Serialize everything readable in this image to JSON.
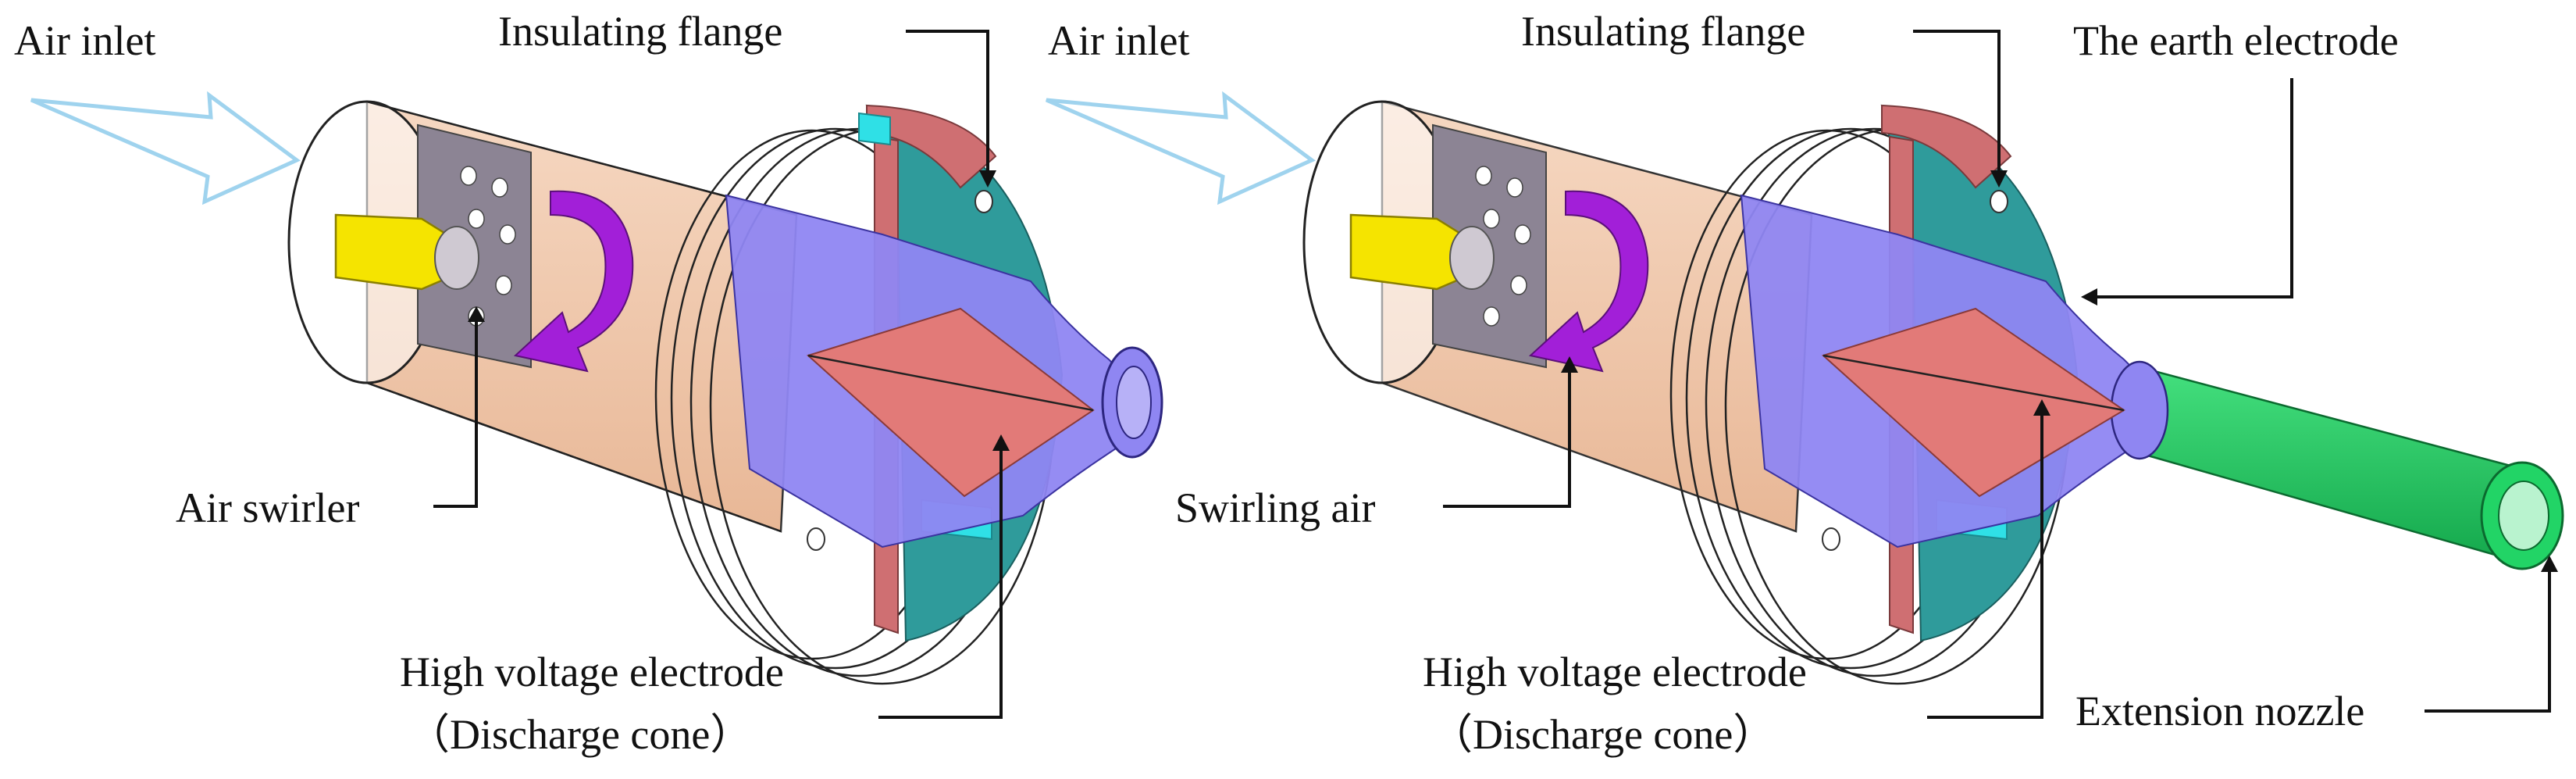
{
  "figure": {
    "left": {
      "air_inlet": "Air inlet",
      "insulating_flange": "Insulating flange",
      "air_swirler": "Air swirler",
      "hv_electrode_line1": "High voltage electrode",
      "hv_electrode_line2": "（Discharge cone）"
    },
    "right": {
      "air_inlet": "Air inlet",
      "insulating_flange": "Insulating flange",
      "earth_electrode": "The earth electrode",
      "swirling_air": "Swirling air",
      "hv_electrode_line1": "High voltage electrode",
      "hv_electrode_line2": "（Discharge cone）",
      "extension_nozzle": "Extension nozzle"
    }
  },
  "colors": {
    "shell": "#f2c9ad",
    "flange_red": "#cf6f72",
    "flange_teal": "#2f9b9b",
    "cyan": "#2fe0e6",
    "blue_cone": "#8f86f2",
    "red_cone": "#e27a78",
    "swirler_gray": "#8c8494",
    "injector_yellow": "#f5e400",
    "arrow_purple": "#a21fd8",
    "nozzle_green": "#22d466",
    "inlet_arrow": "#9fd3ee"
  }
}
